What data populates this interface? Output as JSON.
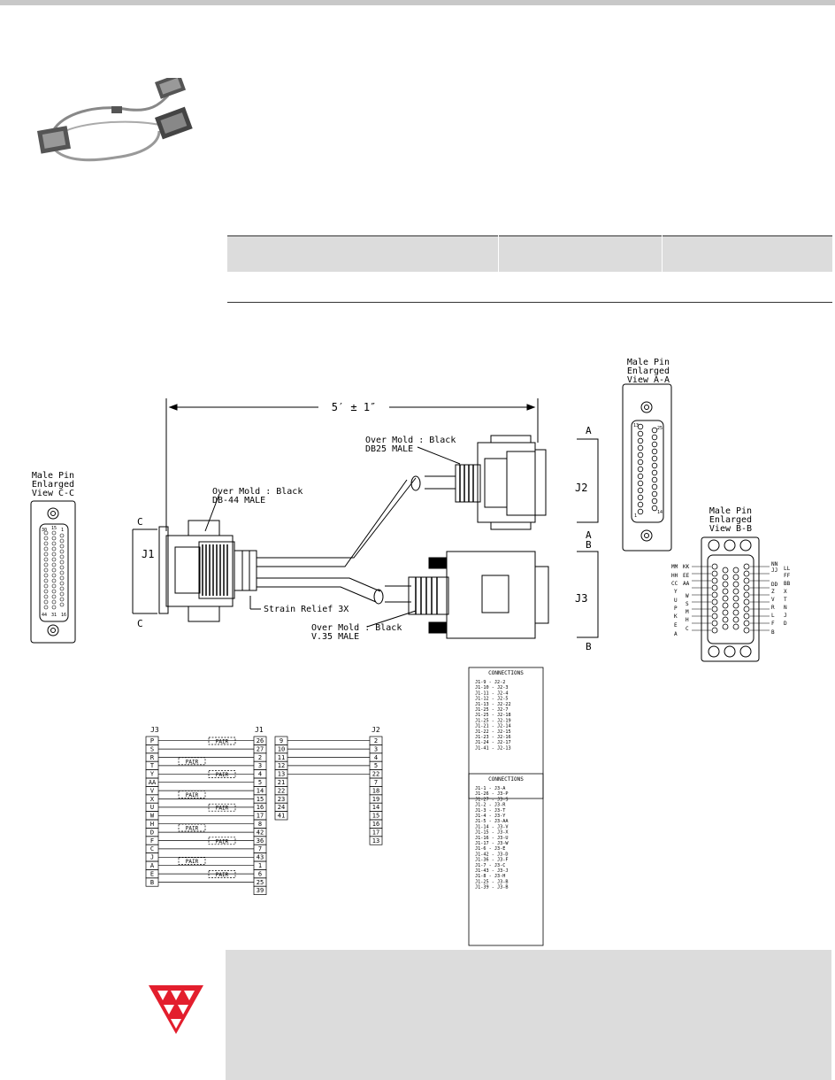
{
  "drawing": {
    "length_dim": "5′ ± 1″",
    "view_aa": [
      "Male Pin",
      "Enlarged",
      "View A-A"
    ],
    "view_bb": [
      "Male Pin",
      "Enlarged",
      "View B-B"
    ],
    "view_cc": [
      "Male Pin",
      "Enlarged",
      "View C-C"
    ],
    "j1": "J1",
    "j2": "J2",
    "j3": "J3",
    "callout_j1": [
      "Over Mold : Black",
      "DB-44 MALE"
    ],
    "callout_j2": [
      "Over Mold : Black",
      "DB25 MALE"
    ],
    "callout_j3": [
      "Over Mold : Black",
      "V.35 MALE"
    ],
    "strain_relief": "Strain Relief 3X",
    "mark_a": "A",
    "mark_b": "B",
    "mark_c": "C",
    "aa_pin_labels": [
      "13",
      "25",
      "1",
      "14"
    ],
    "cc_pin_labels": [
      "30",
      "15",
      "1",
      "44",
      "31",
      "16"
    ],
    "bb_left_outer": [
      "MM",
      "HH",
      "CC",
      "Y",
      "U",
      "P",
      "K",
      "E",
      "A"
    ],
    "bb_left_inner": [
      "KK",
      "EE",
      "AA",
      "W",
      "S",
      "M",
      "H",
      "C"
    ],
    "bb_right_inner": [
      "JJ",
      "DD",
      "Z",
      "V",
      "R",
      "L",
      "F",
      "B"
    ],
    "bb_right_outer": [
      "NN",
      "LL",
      "FF",
      "BB",
      "X",
      "T",
      "N",
      "J",
      "D"
    ]
  },
  "wiring": {
    "j3_header": "J3",
    "j1_header": "J1",
    "j2_header": "J2",
    "pair_label": "PAIR",
    "j3_pins": [
      "P",
      "S",
      "R",
      "T",
      "Y",
      "AA",
      "V",
      "X",
      "U",
      "W",
      "H",
      "D",
      "F",
      "C",
      "J",
      "A",
      "E",
      "B"
    ],
    "j1_pins_a": [
      "26",
      "27",
      "2",
      "3",
      "4",
      "5",
      "14",
      "15",
      "16",
      "17",
      "8",
      "42",
      "36",
      "7",
      "43",
      "1",
      "6",
      "25",
      "39"
    ],
    "j1_pins_b": [
      "9",
      "10",
      "11",
      "12",
      "13",
      "21",
      "22",
      "23",
      "24",
      "41"
    ],
    "j2_pins": [
      "2",
      "3",
      "4",
      "5",
      "22",
      "7",
      "18",
      "19",
      "14",
      "15",
      "16",
      "17",
      "13"
    ]
  },
  "connections_j2": {
    "title": "CONNECTIONS",
    "rows": [
      "J1-9  - J2-2",
      "J1-10 - J2-3",
      "J1-11 - J2-4",
      "J1-12 - J2-5",
      "J1-13 - J2-22",
      "J1-25 - J2-7",
      "J1-25 - J2-18",
      "J1-25 - J2-19",
      "J1-21 - J2-14",
      "J1-22 - J2-15",
      "J1-23 - J2-16",
      "J1-24 - J2-17",
      "J1-41 - J2-13"
    ]
  },
  "connections_j3": {
    "title": "CONNECTIONS",
    "rows": [
      "J1-1  - J3-A",
      "J1-26 - J3-P",
      "J1-27 - J3-S",
      "J1-2  - J3-R",
      "J1-3  - J3-T",
      "J1-4  - J3-Y",
      "J1-5  - J3-AA",
      "J1-14 - J3-V",
      "J1-15 - J3-X",
      "J1-16 - J3-U",
      "J1-17 - J3-W",
      "J1-6  - J3-E",
      "J1-42 - J3-D",
      "J1-36 - J3-F",
      "J1-7  - J3-C",
      "J1-43 - J3-J",
      "J1-8  - J3-H",
      "J1-25 - J3-B",
      "J1-39 - J3-B"
    ]
  },
  "colors": {
    "logo_red": "#e31e2d",
    "table_header": "#dcdcdc",
    "note_box": "#dcdcdc",
    "top_bar": "#c8c8c8"
  },
  "icons": [
    "polycom-logo-icon",
    "cable-photo"
  ]
}
